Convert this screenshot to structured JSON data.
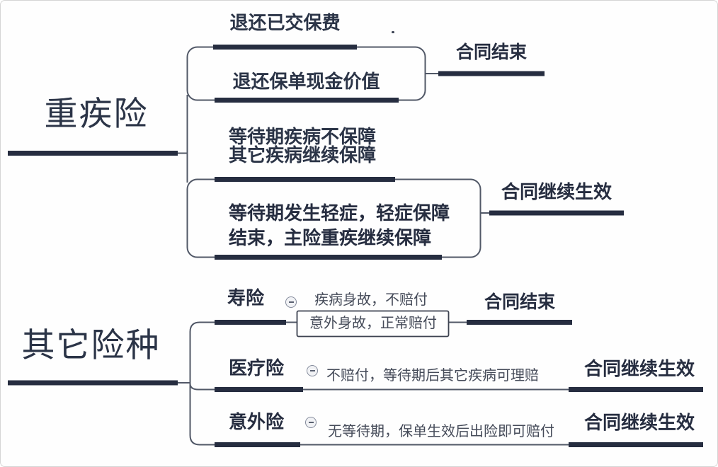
{
  "palette": {
    "ink_dark": "#262d40",
    "line_thin": "#515867",
    "note_text": "#454b59",
    "collapse_icon_border": "#848b9c"
  },
  "icons": {
    "collapse": "minus-circle"
  },
  "critical_illness": {
    "title": "重疾险",
    "node_refund_premium": "退还已交保费",
    "node_refund_cash_value": "退还保单现金价值",
    "node_waiting_period": "等待期疾病不保障\n其它疾病继续保障",
    "node_mild_illness": "等待期发生轻症，轻症保障\n结束，主险重疾继续保障",
    "outcome_end": "合同结束",
    "outcome_continue": "合同继续生效"
  },
  "other_types": {
    "title": "其它险种",
    "life": {
      "label": "寿险",
      "note_disease_death": "疾病身故，不赔付",
      "note_accident_death": "意外身故，正常赔付",
      "outcome": "合同结束"
    },
    "medical": {
      "label": "医疗险",
      "note": "不赔付，等待期后其它疾病可理赔",
      "outcome": "合同继续生效"
    },
    "accident": {
      "label": "意外险",
      "note": "无等待期，保单生效后出险即可赔付",
      "outcome": "合同继续生效"
    }
  }
}
